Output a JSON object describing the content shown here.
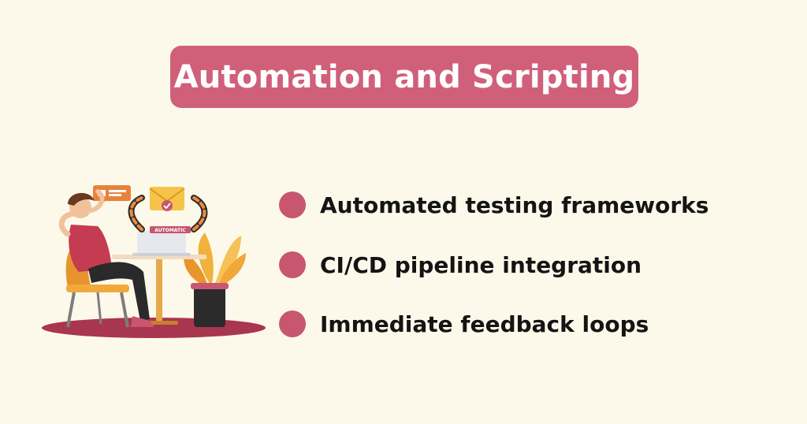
{
  "header": {
    "title": "Automation and Scripting"
  },
  "illustration": {
    "laptop_label": "AUTOMATIC"
  },
  "bullets": [
    {
      "label": "Automated testing frameworks"
    },
    {
      "label": "CI/CD pipeline integration"
    },
    {
      "label": "Immediate feedback loops"
    }
  ],
  "colors": {
    "background": "#fdf9ea",
    "accent": "#d0607a",
    "bullet": "#c8566f",
    "text": "#141414"
  }
}
